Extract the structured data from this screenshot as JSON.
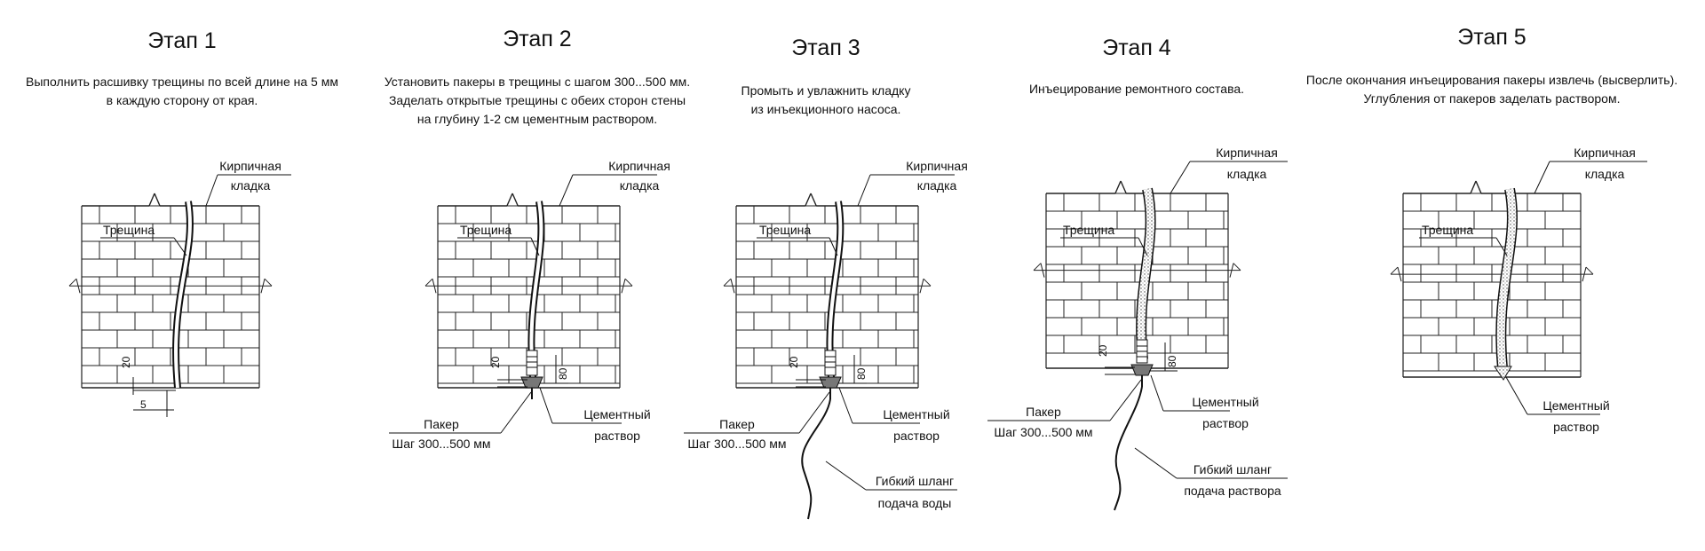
{
  "stages": [
    {
      "title": "Этап 1",
      "desc": [
        "Выполнить расшивку трещины по всей длине на 5 мм",
        "в каждую сторону от края."
      ],
      "labels": {
        "masonry_1": "Кирпичная",
        "masonry_2": "кладка",
        "crack": "Трещина",
        "dim_a": "20",
        "dim_b": "5"
      }
    },
    {
      "title": "Этап 2",
      "desc": [
        "Установить пакеры в трещины с шагом 300...500 мм.",
        "Заделать открытые трещины с обеих сторон стены",
        "на глубину 1-2 см цементным раствором."
      ],
      "labels": {
        "masonry_1": "Кирпичная",
        "masonry_2": "кладка",
        "crack": "Трещина",
        "dim_a": "20",
        "dim_b": "80",
        "packer_1": "Пакер",
        "packer_2": "Шаг 300...500 мм",
        "mortar_1": "Цементный",
        "mortar_2": "раствор"
      }
    },
    {
      "title": "Этап 3",
      "desc": [
        "Промыть и увлажнить кладку",
        "из инъекционного насоса."
      ],
      "labels": {
        "masonry_1": "Кирпичная",
        "masonry_2": "кладка",
        "crack": "Трещина",
        "dim_a": "20",
        "dim_b": "80",
        "packer_1": "Пакер",
        "packer_2": "Шаг 300...500 мм",
        "mortar_1": "Цементный",
        "mortar_2": "раствор",
        "hose_1": "Гибкий шланг",
        "hose_2": "подача воды"
      }
    },
    {
      "title": "Этап 4",
      "desc": [
        "Инъецирование ремонтного состава."
      ],
      "labels": {
        "masonry_1": "Кирпичная",
        "masonry_2": "кладка",
        "crack": "Трещина",
        "dim_a": "20",
        "dim_b": "80",
        "packer_1": "Пакер",
        "packer_2": "Шаг 300...500 мм",
        "mortar_1": "Цементный",
        "mortar_2": "раствор",
        "hose_1": "Гибкий шланг",
        "hose_2": "подача раствора"
      }
    },
    {
      "title": "Этап 5",
      "desc": [
        "После окончания инъецирования пакеры извлечь (высверлить).",
        "Углубления от пакеров заделать раствором."
      ],
      "labels": {
        "masonry_1": "Кирпичная",
        "masonry_2": "кладка",
        "crack": "Трещина",
        "mortar_1": "Цементный",
        "mortar_2": "раствор"
      }
    }
  ]
}
